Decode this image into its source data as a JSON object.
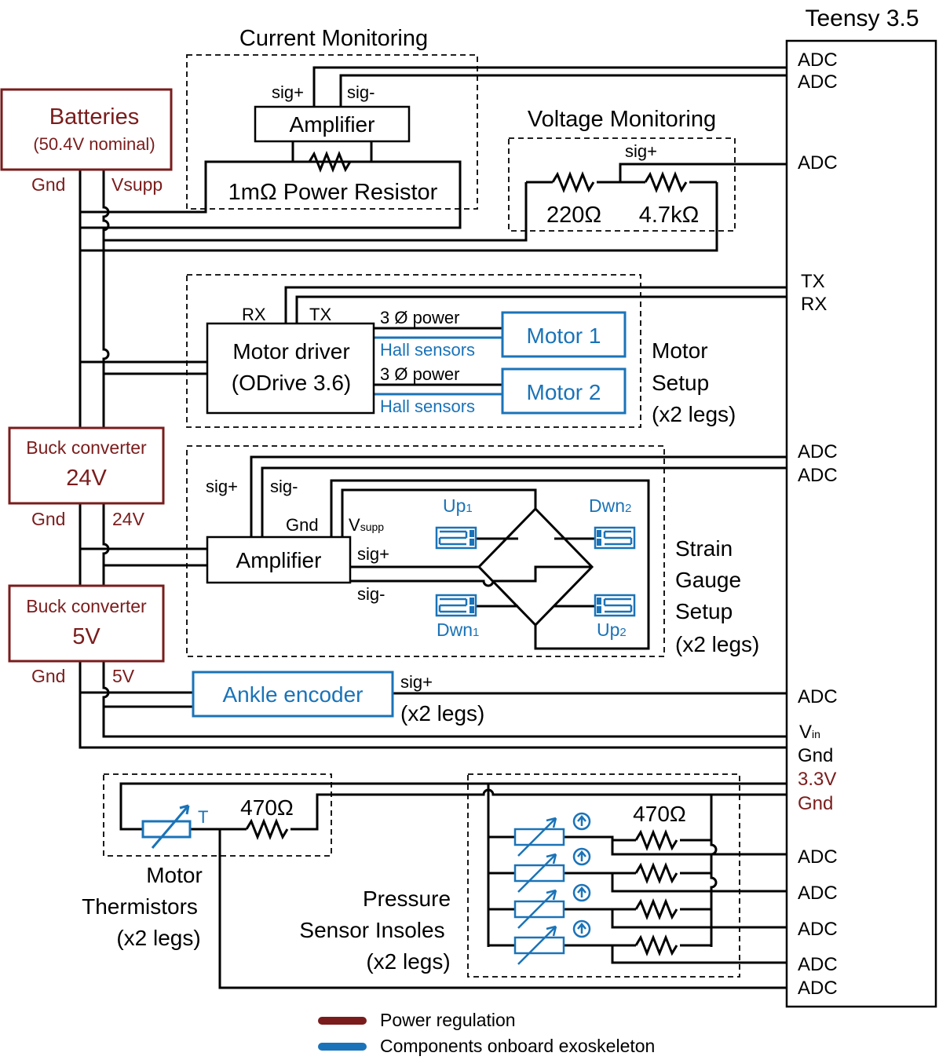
{
  "colors": {
    "power": "#7a1c1c",
    "onboard": "#1a73b8",
    "wire": "#000000"
  },
  "teensy": {
    "title": "Teensy 3.5",
    "adc": "ADC",
    "tx": "TX",
    "rx": "RX",
    "vin": "V",
    "vin_sub": "in",
    "gnd": "Gnd",
    "v33": "3.3V"
  },
  "current_monitoring": {
    "title": "Current Monitoring",
    "sig_plus": "sig+",
    "sig_minus": "sig-",
    "amplifier": "Amplifier",
    "resistor": "1mΩ Power Resistor"
  },
  "batteries": {
    "title": "Batteries",
    "subtitle": "(50.4V nominal)",
    "gnd": "Gnd",
    "vsupp": "Vsupp"
  },
  "voltage_monitoring": {
    "title": "Voltage Monitoring",
    "sig_plus": "sig+",
    "r1": "220Ω",
    "r2": "4.7kΩ"
  },
  "motor_setup": {
    "rx": "RX",
    "tx": "TX",
    "driver_line1": "Motor driver",
    "driver_line2": "(ODrive 3.6)",
    "power": "3 Ø power",
    "hall": "Hall sensors",
    "motor1": "Motor 1",
    "motor2": "Motor 2",
    "label_line1": "Motor",
    "label_line2": "Setup",
    "label_line3": "(x2 legs)"
  },
  "buck_24": {
    "title": "Buck converter",
    "voltage": "24V",
    "gnd": "Gnd",
    "out": "24V"
  },
  "buck_5": {
    "title": "Buck converter",
    "voltage": "5V",
    "gnd": "Gnd",
    "out": "5V"
  },
  "strain_gauge": {
    "sig_plus": "sig+",
    "sig_minus": "sig-",
    "gnd": "Gnd",
    "vsupp": "V",
    "vsupp_sub": "supp",
    "amplifier": "Amplifier",
    "out_plus": "sig+",
    "out_minus": "sig-",
    "up1": "Up",
    "up1_sub": "1",
    "dwn2": "Dwn",
    "dwn2_sub": "2",
    "dwn1": "Dwn",
    "dwn1_sub": "1",
    "up2": "Up",
    "up2_sub": "2",
    "label_line1": "Strain",
    "label_line2": "Gauge",
    "label_line3": "Setup",
    "label_line4": "(x2 legs)"
  },
  "ankle_encoder": {
    "title": "Ankle encoder",
    "sig_plus": "sig+",
    "legs": "(x2 legs)"
  },
  "thermistors": {
    "t": "T",
    "resistor": "470Ω",
    "label_line1": "Motor",
    "label_line2": "Thermistors",
    "label_line3": "(x2 legs)"
  },
  "pressure": {
    "resistor": "470Ω",
    "label_line1": "Pressure",
    "label_line2": "Sensor Insoles",
    "label_line3": "(x2 legs)"
  },
  "legend": {
    "power": "Power regulation",
    "onboard": "Components onboard exoskeleton"
  }
}
